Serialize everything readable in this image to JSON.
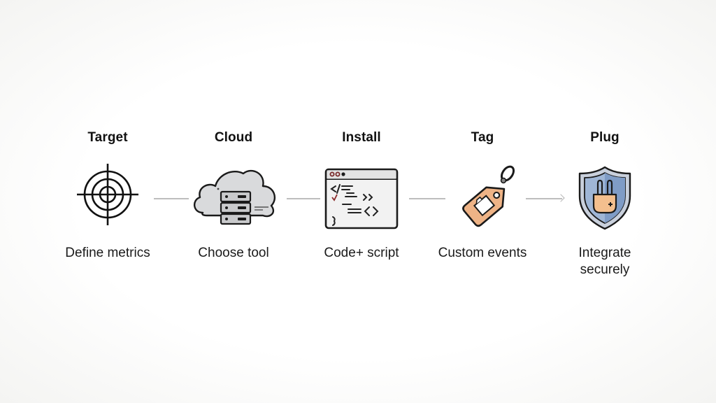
{
  "diagram": {
    "type": "process-flow",
    "steps": [
      {
        "title": "Target",
        "icon": "target-crosshair-icon",
        "caption": "Define metrics"
      },
      {
        "title": "Cloud",
        "icon": "cloud-server-icon",
        "caption": "Choose tool"
      },
      {
        "title": "Install",
        "icon": "code-window-icon",
        "caption": "Code+ script"
      },
      {
        "title": "Tag",
        "icon": "price-tag-icon",
        "caption": "Custom events"
      },
      {
        "title": "Plug",
        "icon": "shield-plug-icon",
        "caption": "Integrate securely"
      }
    ],
    "connectors": [
      {
        "from": "Target",
        "to": "Cloud",
        "style": "line"
      },
      {
        "from": "Cloud",
        "to": "Install",
        "style": "line"
      },
      {
        "from": "Install",
        "to": "Tag",
        "style": "line"
      },
      {
        "from": "Tag",
        "to": "Plug",
        "style": "arrow"
      }
    ],
    "colors": {
      "text": "#111111",
      "connector": "#bdbdbd",
      "cloud_fill": "#d9dadc",
      "tag_fill": "#eeb386",
      "shield_fill": "#8fa9cc",
      "plug_fill": "#f3bf8e"
    }
  }
}
